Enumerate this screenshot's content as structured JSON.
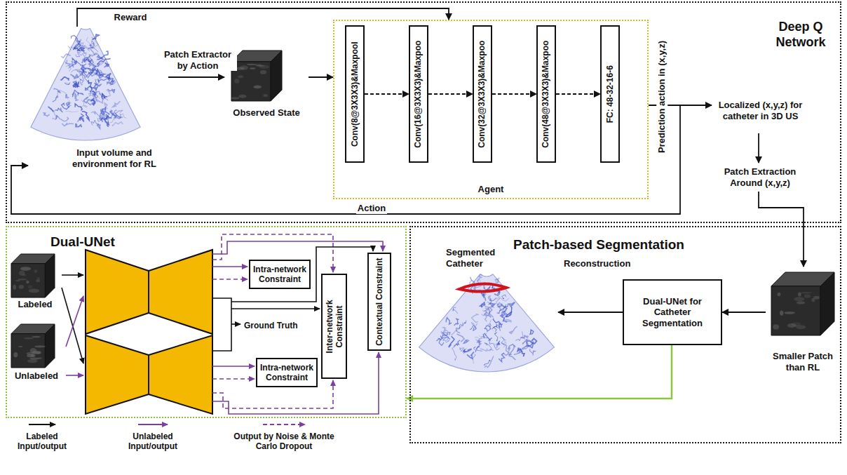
{
  "diagram": {
    "nodes": [
      {
        "text": [
          "Deep Q Network"
        ]
      },
      {
        "text": [
          "Input volume and environment for RL"
        ],
        "in": 0
      },
      {
        "text": [
          "Observed State"
        ],
        "in": 0
      },
      {
        "text": [
          "Agent"
        ],
        "in": 0
      },
      {
        "text": [
          "Conv(8@3X3X3)&Maxpool"
        ],
        "in": 3
      },
      {
        "text": [
          "Conv(16@3X3X3)&Maxpoo"
        ],
        "in": 3
      },
      {
        "text": [
          "Conv(32@3X3X3)&Maxpoo"
        ],
        "in": 3
      },
      {
        "text": [
          "Conv(48@3X3X3)&Maxpoo"
        ],
        "in": 3
      },
      {
        "text": [
          "FC: 48-32-16-6"
        ],
        "in": 3
      },
      {
        "text": [
          "Localized (x,y,z) for catheter in 3D US"
        ],
        "in": 0
      },
      {
        "text": [
          "Patch Extraction Around (x,y,z)"
        ],
        "in": 0
      },
      {
        "text": [
          "Dual-UNet"
        ]
      },
      {
        "text": [
          "Labeled"
        ],
        "in": 11
      },
      {
        "text": [
          "Unlabeled"
        ],
        "in": 11
      },
      {
        "text": [
          "Intra-network Constraint"
        ],
        "in": 11
      },
      {
        "text": [
          "Inter-network Constraint"
        ],
        "in": 11
      },
      {
        "text": [
          "Contextual Constraint"
        ],
        "in": 11
      },
      {
        "text": [
          "Intra-network Constraint"
        ],
        "in": 11
      },
      {
        "text": [
          "Patch-based Segmentation"
        ]
      },
      {
        "text": [
          "Segmented Catheter"
        ],
        "in": 18
      },
      {
        "text": [
          "Dual-UNet for Catheter Segmentation"
        ],
        "in": 18
      },
      {
        "text": [
          "Smaller Patch than RL"
        ],
        "in": 18
      }
    ],
    "edges": [
      {
        "from": 1,
        "to": 2,
        "arrow": "to",
        "label": "Patch Extractor by Action"
      },
      {
        "from": 2,
        "to": 3,
        "arrow": "to"
      },
      {
        "from": 3,
        "to": 9,
        "arrow": "to"
      },
      {
        "from": 3,
        "to": 1,
        "arrow": "to",
        "label": "Action"
      },
      {
        "from": 1,
        "to": 3,
        "arrow": "to",
        "label": "Reward"
      },
      {
        "from": 9,
        "to": 10,
        "arrow": "to"
      },
      {
        "from": 10,
        "to": 21,
        "arrow": "to"
      },
      {
        "from": 21,
        "to": 20,
        "arrow": "to"
      },
      {
        "from": 20,
        "to": 19,
        "arrow": "to"
      },
      {
        "from": 20,
        "to": 11,
        "arrow": "to"
      },
      {
        "from": 4,
        "to": 5,
        "arrow": "to"
      },
      {
        "from": 5,
        "to": 6,
        "arrow": "to"
      },
      {
        "from": 6,
        "to": 7,
        "arrow": "to"
      },
      {
        "from": 7,
        "to": 8,
        "arrow": "to"
      }
    ],
    "labels": [
      "Prediction action in (x,y,z)",
      "Reconstruction",
      "Ground Truth"
    ],
    "legend": [
      {
        "text": "Labeled Input/output"
      },
      {
        "text": "Unlabeled Input/output"
      },
      {
        "text": "Output by Noise & Monte Carlo Dropout"
      }
    ]
  }
}
